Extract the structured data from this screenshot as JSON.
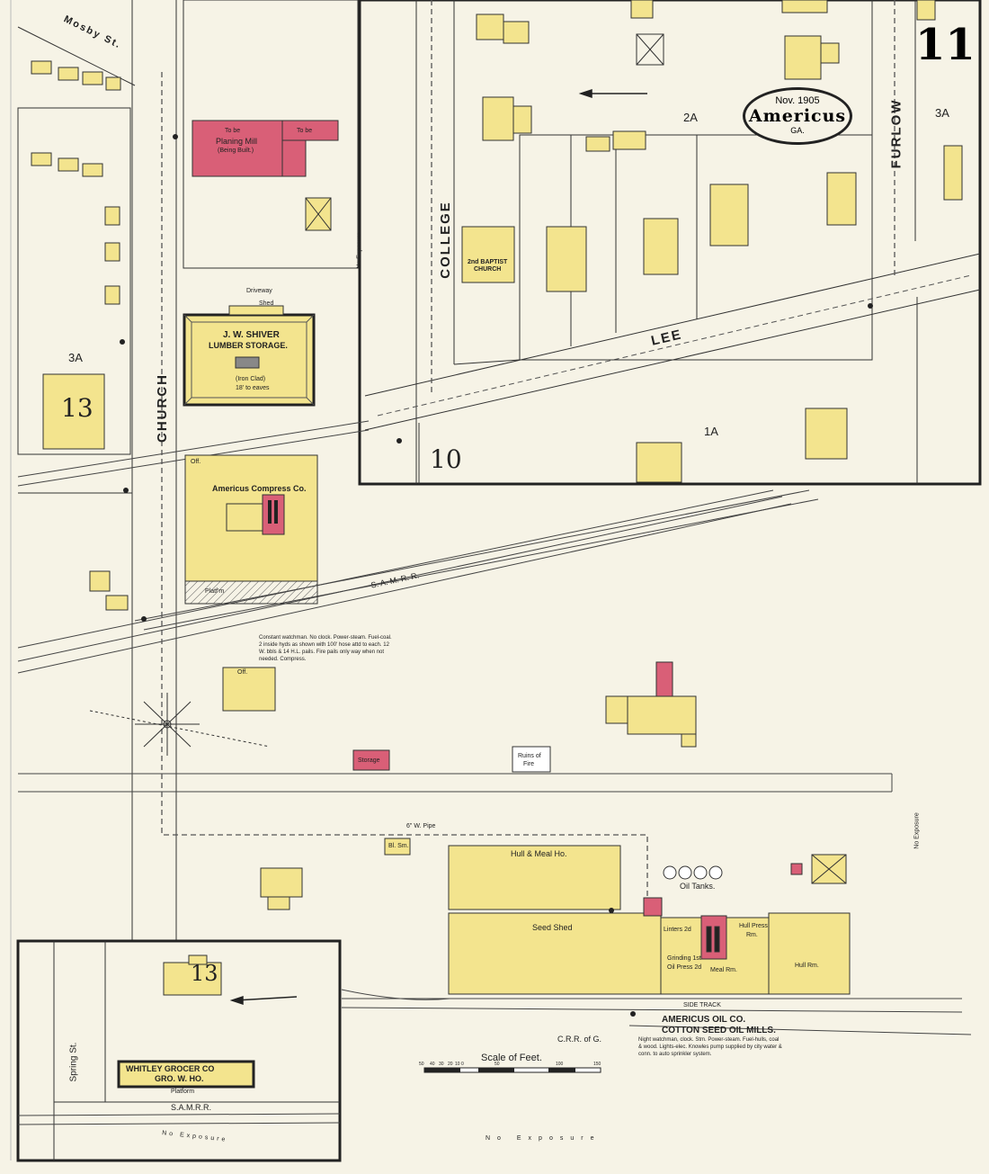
{
  "sheet": {
    "number": "11",
    "date": "Nov. 1905",
    "city": "Americus",
    "state": "GA."
  },
  "streets": {
    "mosby": "Mosby St.",
    "church": "CHURCH",
    "college": "COLLEGE",
    "furlow": "FURLOW",
    "lee": "LEE",
    "spring": "Spring St."
  },
  "railroads": {
    "samrr_main": "S. A. M. R. R.",
    "samrr_bottom": "S.A.M.R.R.",
    "crr_of_g": "C.R.R. of G.",
    "side_track": "SIDE TRACK"
  },
  "block_labels": {
    "block_3a_left": "3A",
    "block_3a_right": "3A",
    "block_2a": "2A",
    "block_1a": "1A"
  },
  "sheet_refs": {
    "ref_13_top": "13",
    "ref_10": "10",
    "ref_13_bottom": "13"
  },
  "buildings": {
    "planing_mill": {
      "line1": "To be",
      "line2": "Planing Mill",
      "line3": "(Being Built.)",
      "side": "To be"
    },
    "shiver": {
      "line1": "J. W. SHIVER",
      "line2": "LUMBER STORAGE.",
      "note1": "(Iron Clad)",
      "note2": "18' to eaves",
      "shed": "Shed",
      "driveway": "Driveway"
    },
    "compress": {
      "name": "Americus Compress Co.",
      "off": "Off.",
      "platform": "Platf'm"
    },
    "church": {
      "line1": "2nd BAPTIST",
      "line2": "CHURCH"
    },
    "storage": "Storage",
    "ruins": {
      "line1": "Ruins of",
      "line2": "Fire"
    },
    "hull_meal": "Hull & Meal Ho.",
    "seed_shed": "Seed Shed",
    "oil_tanks": "Oil Tanks.",
    "hull_press": {
      "line1": "Hull Press",
      "line2": "Rm."
    },
    "hull_rm": "Hull Rm.",
    "meal_rm": "Meal Rm.",
    "linters": "Linters 2d",
    "grinding": "Grinding 1st",
    "oil_press": "Oil Press 2d",
    "bl_sm": "Bl. Sm.",
    "off_small": "Off.",
    "whitley": {
      "line1": "WHITLEY GROCER CO",
      "line2": "GRO. W. HO.",
      "platform": "Platform"
    },
    "oil_mill_title": {
      "line1": "AMERICUS OIL CO.",
      "line2": "COTTON SEED OIL MILLS."
    }
  },
  "notes": {
    "exposure": "No Exposure",
    "pipe": "6\" W. Pipe",
    "scale_title": "Scale of Feet.",
    "scale_ticks": [
      "50",
      "40",
      "30",
      "20",
      "10",
      "0",
      "50",
      "100",
      "150"
    ],
    "compress_note": "Constant watchman. No clock. Power-steam. Fuel-coal. 2 inside hyds as shown with 100' hose attd to each. 12 W. bbls & 14 H.L. pails. Fire pails only way when not needed. Compress.",
    "oil_mill_note": "Night watchman, clock. Stm. Power-steam. Fuel-hulls, coal & wood. Lights-elec. Knowles pump supplied by city water & conn. to auto sprinkler system."
  },
  "colors": {
    "paper": "#f6f3e6",
    "frame": "#f6f3e6",
    "frame_brick": "#d95f77",
    "frame_fill": "#f3e48e",
    "ink": "#222222",
    "dash": "#555555"
  }
}
